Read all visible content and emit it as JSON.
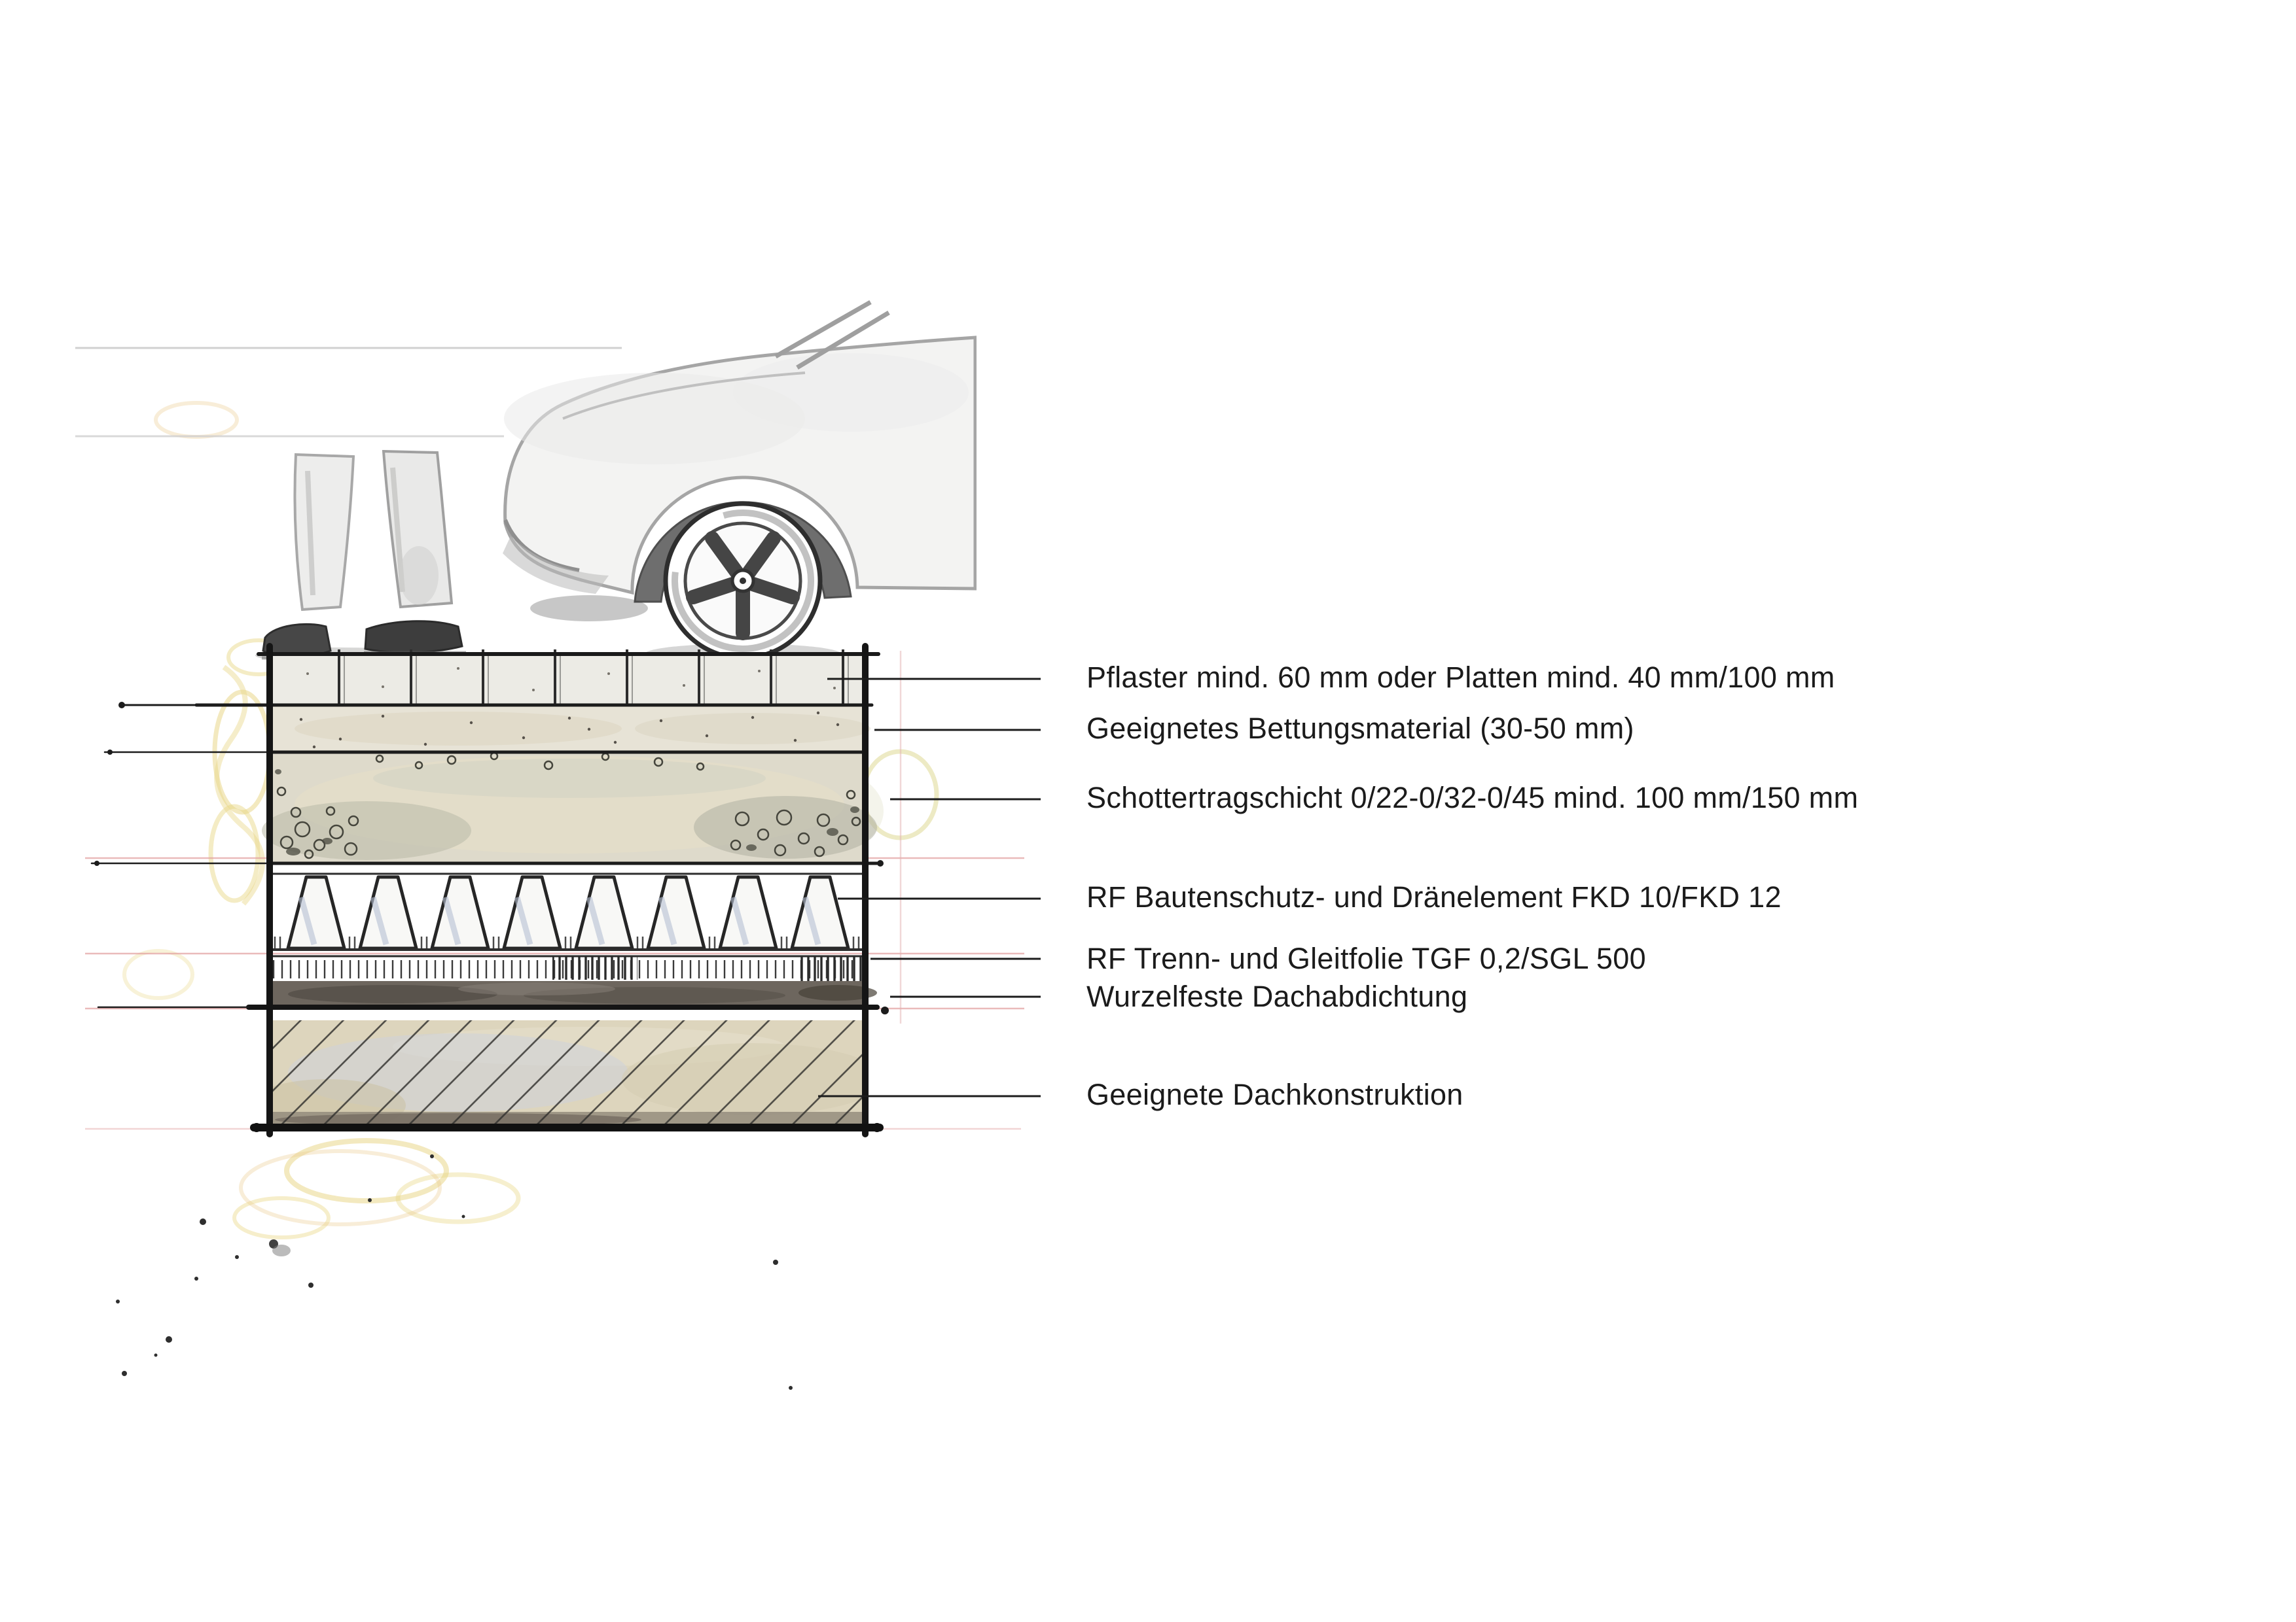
{
  "diagram": {
    "name": "drivable-roof-buildup-cross-section",
    "labels": [
      {
        "id": "pflaster",
        "text": "Pflaster mind. 60 mm oder Platten mind. 40 mm/100 mm"
      },
      {
        "id": "bettungsmaterial",
        "text": "Geeignetes Bettungsmaterial (30-50 mm)"
      },
      {
        "id": "schottertragschicht",
        "text": "Schottertragschicht 0/22-0/32-0/45 mind. 100 mm/150 mm"
      },
      {
        "id": "draenelement",
        "text": "RF Bautenschutz- und Dränelement FKD 10/FKD 12"
      },
      {
        "id": "gleitfolie",
        "text": "RF Trenn- und Gleitfolie TGF 0,2/SGL 500"
      },
      {
        "id": "dachabdichtung",
        "text": "Wurzelfeste Dachabdichtung"
      },
      {
        "id": "dachkonstruktion",
        "text": "Geeignete Dachkonstruktion"
      }
    ],
    "colors": {
      "ink": "#1b1b1b",
      "paper": "#ffffff",
      "wash_beige": "#ddd5bd",
      "wash_blue_gray": "#c9cfd8",
      "waterproofing_dark": "#6d665e",
      "guide_pink": "#e29d9d",
      "crayon_yellow": "#e7d47f"
    }
  }
}
